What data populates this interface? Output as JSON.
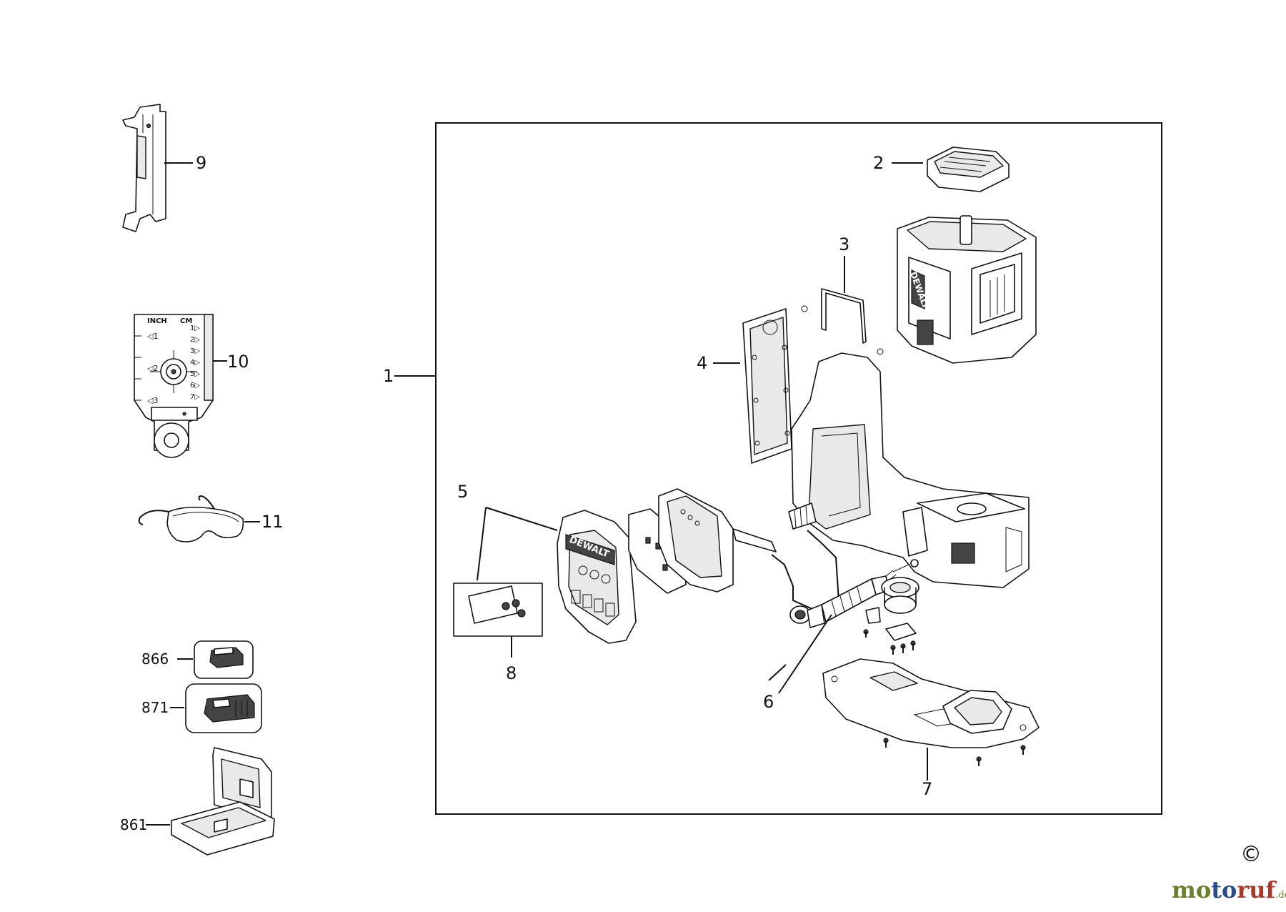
{
  "diagram": {
    "callouts": [
      {
        "id": "1",
        "label": "1"
      },
      {
        "id": "2",
        "label": "2"
      },
      {
        "id": "3",
        "label": "3"
      },
      {
        "id": "4",
        "label": "4"
      },
      {
        "id": "5",
        "label": "5"
      },
      {
        "id": "6",
        "label": "6"
      },
      {
        "id": "7",
        "label": "7"
      },
      {
        "id": "8",
        "label": "8"
      },
      {
        "id": "9",
        "label": "9"
      },
      {
        "id": "10",
        "label": "10"
      },
      {
        "id": "11",
        "label": "11"
      },
      {
        "id": "866",
        "label": "866"
      },
      {
        "id": "871",
        "label": "871"
      },
      {
        "id": "861",
        "label": "861"
      }
    ],
    "target_plate": {
      "header_inch": "INCH",
      "header_cm": "CM",
      "inch_marks": [
        "1",
        "2",
        "3"
      ],
      "cm_marks": [
        "1",
        "2",
        "3",
        "4",
        "5",
        "6",
        "7"
      ]
    },
    "brand_text": "DEWALT",
    "copyright": "©",
    "watermark": {
      "part1": "mo",
      "part2": "to",
      "part3": "ruf",
      "tld": ".de"
    }
  }
}
